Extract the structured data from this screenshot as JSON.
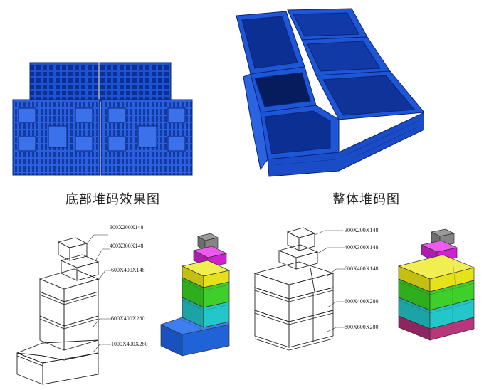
{
  "captions": {
    "left": "底部堆码效果图",
    "right": "整体堆码图"
  },
  "diagram_left": {
    "labels": [
      "300X200X148",
      "400X300X148",
      "600X400X148",
      "600X400X280",
      "1000X400X280"
    ]
  },
  "diagram_right": {
    "labels": [
      "300X200X148",
      "400X300X148",
      "600X400X148",
      "600X400X280",
      "800X600X280"
    ]
  },
  "colors": {
    "crate_blue": "#1b4fd1",
    "crate_dark": "#0b2a8a",
    "gray": "#6e6e6e",
    "magenta": "#d11fd1",
    "yellow": "#e6e21a",
    "green": "#3fcf2a",
    "cyan": "#23c7c9",
    "royal_blue": "#1f63d6",
    "plum": "#b8367a"
  }
}
